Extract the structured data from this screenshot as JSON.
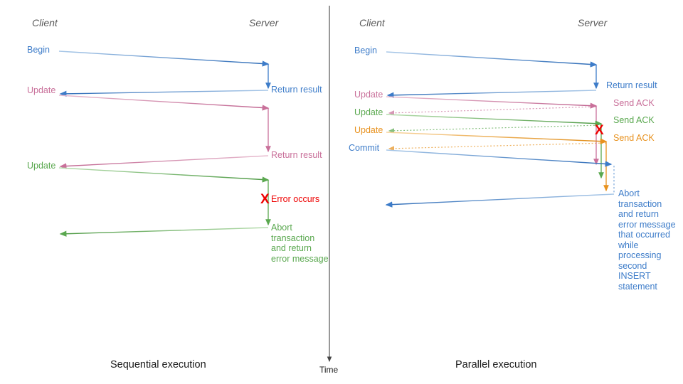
{
  "diagram": {
    "title_left": "Sequential execution",
    "title_right": "Parallel execution",
    "time_axis_label": "Time",
    "colors": {
      "blue": "#3d7cc9",
      "pink": "#c9709a",
      "green": "#5aa84f",
      "orange": "#e8921f",
      "red": "#ee0000",
      "actor_gray": "#5a5a5a",
      "axis_gray": "#444444",
      "black": "#1a1a1a"
    }
  },
  "left_panel": {
    "actors": {
      "client": "Client",
      "server": "Server"
    },
    "messages": [
      {
        "label": "Begin",
        "color": "blue",
        "side": "client"
      },
      {
        "label": "Return result",
        "color": "blue",
        "side": "server"
      },
      {
        "label": "Update",
        "color": "pink",
        "side": "client"
      },
      {
        "label": "Return result",
        "color": "pink",
        "side": "server"
      },
      {
        "label": "Update",
        "color": "green",
        "side": "client"
      },
      {
        "label": "Error occurs",
        "color": "red",
        "side": "server"
      },
      {
        "label": "Abort\ntransaction\nand return\nerror message",
        "color": "green",
        "side": "server"
      }
    ],
    "error_marker": "X"
  },
  "right_panel": {
    "actors": {
      "client": "Client",
      "server": "Server"
    },
    "messages": [
      {
        "label": "Begin",
        "color": "blue",
        "side": "client"
      },
      {
        "label": "Return result",
        "color": "blue",
        "side": "server"
      },
      {
        "label": "Update",
        "color": "pink",
        "side": "client"
      },
      {
        "label": "Send ACK",
        "color": "pink",
        "side": "server"
      },
      {
        "label": "Update",
        "color": "green",
        "side": "client"
      },
      {
        "label": "Send ACK",
        "color": "green",
        "side": "server"
      },
      {
        "label": "Update",
        "color": "orange",
        "side": "client"
      },
      {
        "label": "Send ACK",
        "color": "orange",
        "side": "server"
      },
      {
        "label": "Commit",
        "color": "blue",
        "side": "client"
      },
      {
        "label": "Abort\ntransaction\nand return\nerror message\nthat occurred\nwhile\nprocessing\nsecond\nINSERT\nstatement",
        "color": "blue",
        "side": "server"
      }
    ],
    "error_marker": "X"
  }
}
